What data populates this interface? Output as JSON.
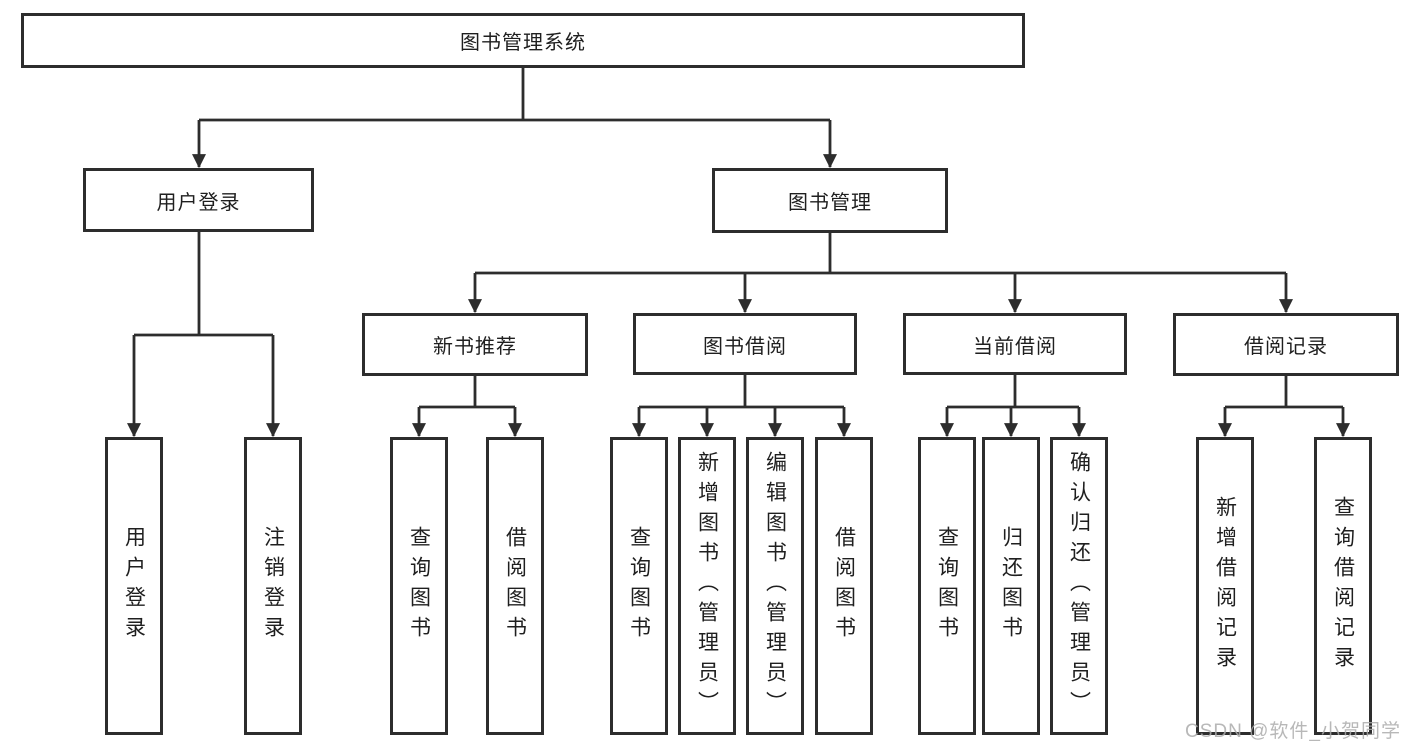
{
  "tree": {
    "root": {
      "label": "图书管理系统"
    },
    "branches": [
      {
        "label": "用户登录",
        "leaves": [
          {
            "label": "用户登录"
          },
          {
            "label": "注销登录"
          }
        ]
      },
      {
        "label": "图书管理",
        "groups": [
          {
            "label": "新书推荐",
            "leaves": [
              {
                "label": "查询图书"
              },
              {
                "label": "借阅图书"
              }
            ]
          },
          {
            "label": "图书借阅",
            "leaves": [
              {
                "label": "查询图书"
              },
              {
                "label": "新增图书（管理员）"
              },
              {
                "label": "编辑图书（管理员）"
              },
              {
                "label": "借阅图书"
              }
            ]
          },
          {
            "label": "当前借阅",
            "leaves": [
              {
                "label": "查询图书"
              },
              {
                "label": "归还图书"
              },
              {
                "label": "确认归还（管理员）"
              }
            ]
          },
          {
            "label": "借阅记录",
            "leaves": [
              {
                "label": "新增借阅记录"
              },
              {
                "label": "查询借阅记录"
              }
            ]
          }
        ]
      }
    ]
  },
  "watermark": {
    "label": "CSDN @软件_小贺同学"
  },
  "colors": {
    "line": "#2d2d2d",
    "box_border": "#2d2d2d",
    "text": "#1f1f1f",
    "watermark": "#ababab",
    "background": "#ffffff"
  }
}
